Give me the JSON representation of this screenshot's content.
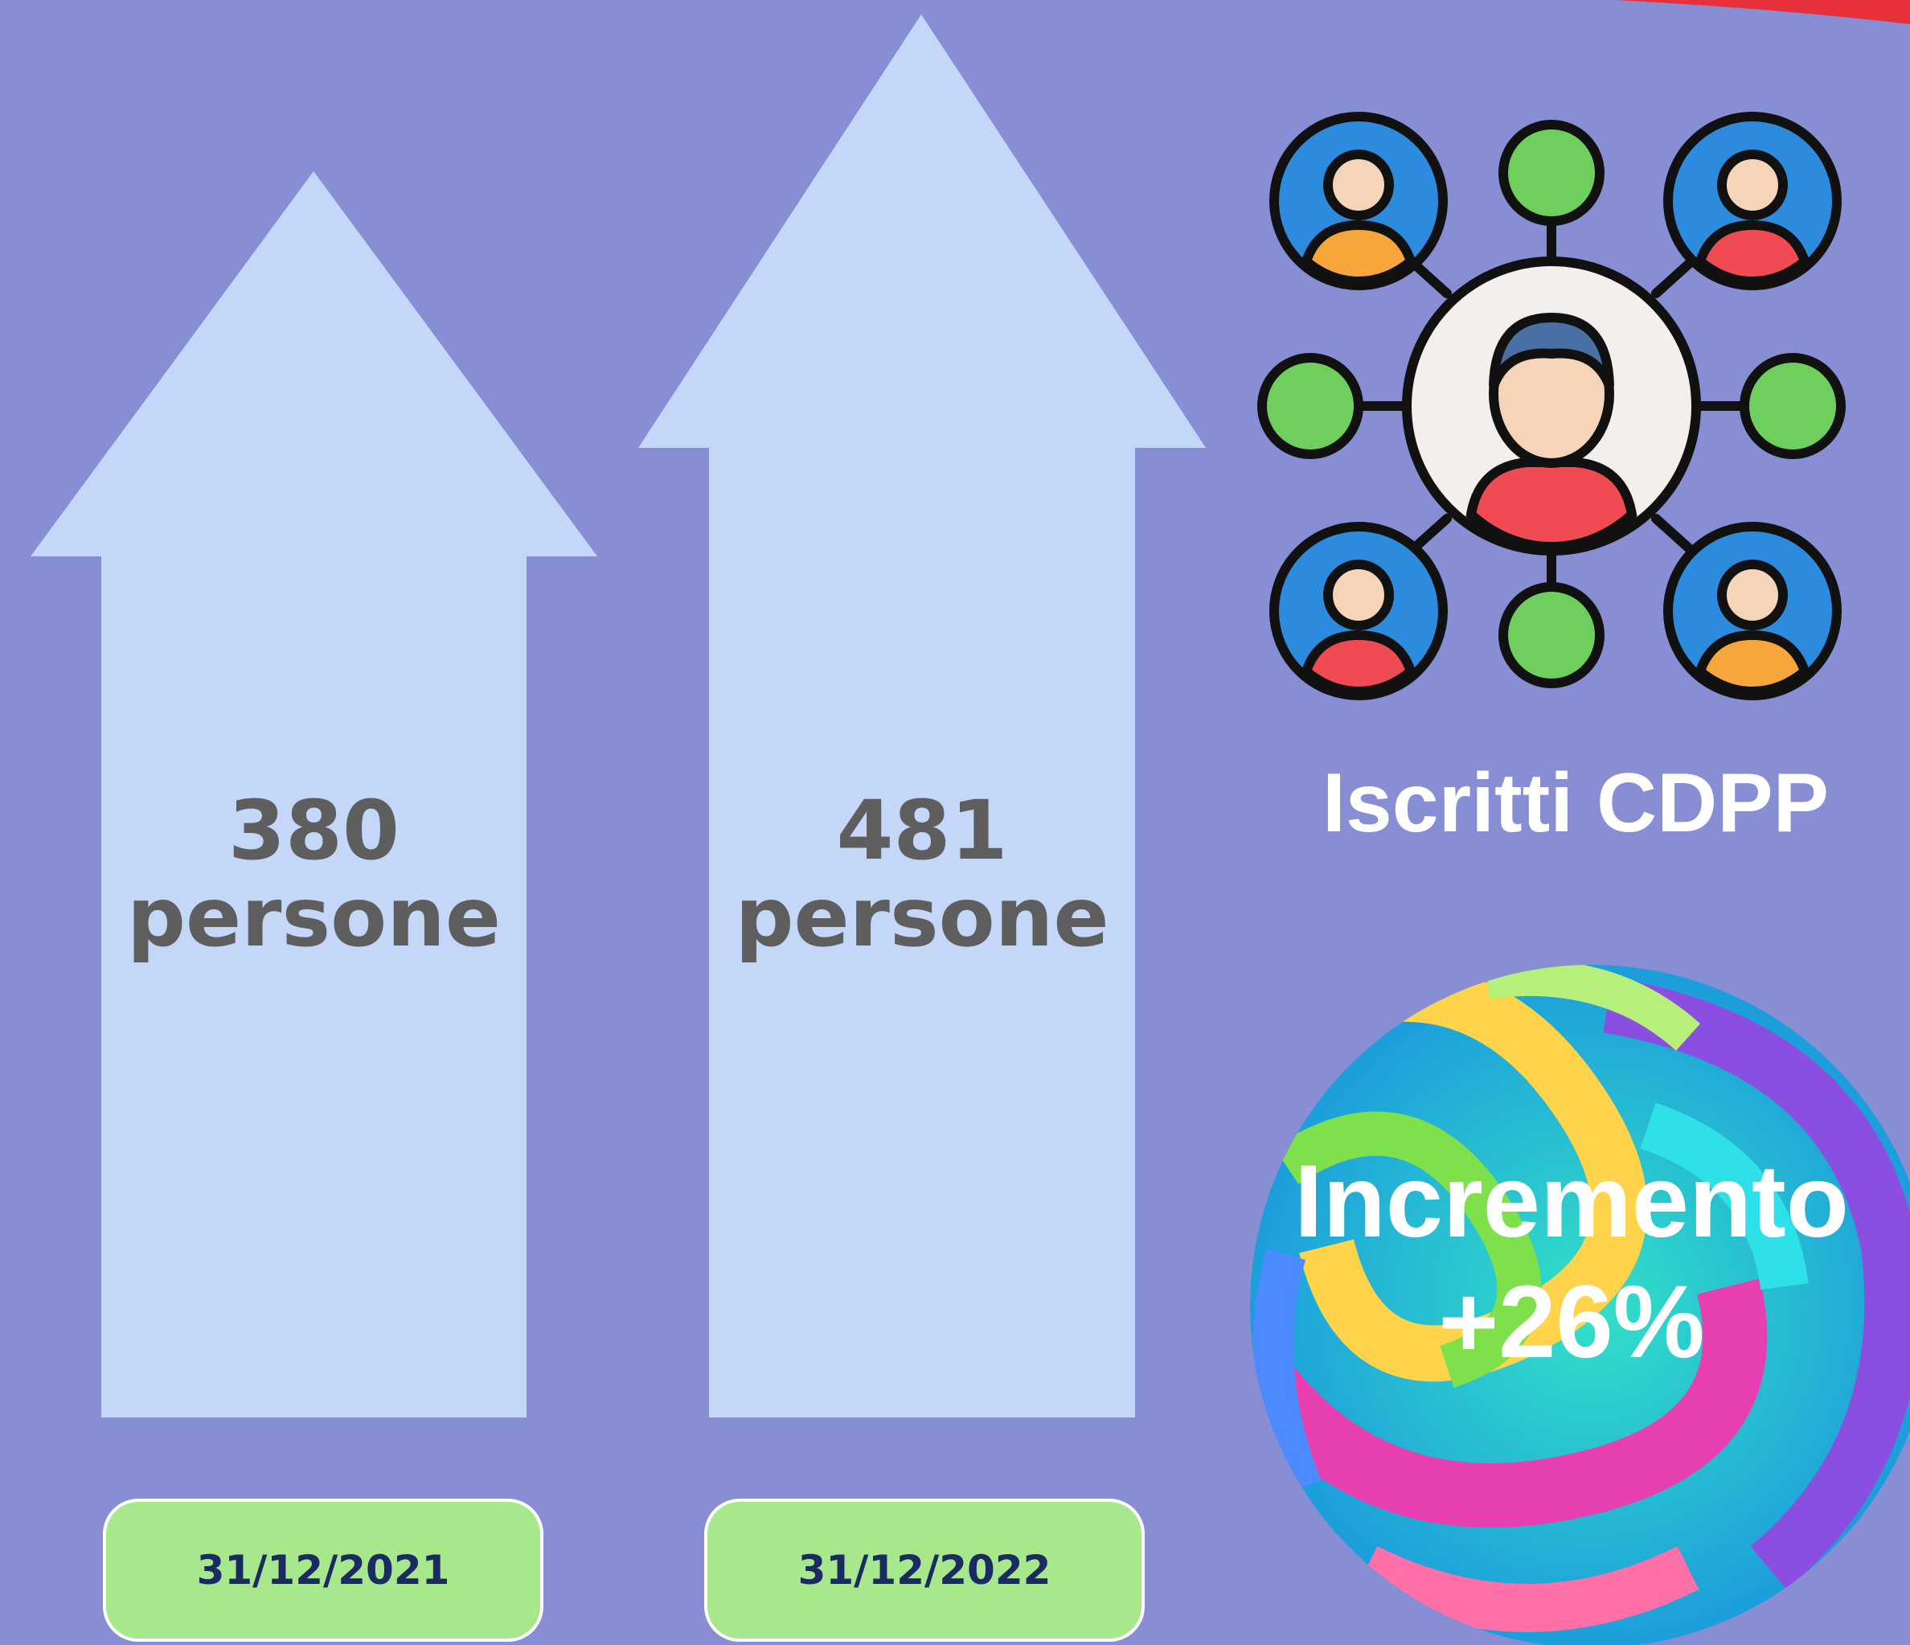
{
  "title": "Iscritti CDPP",
  "arrows": [
    {
      "value": "380",
      "unit": "persone",
      "date": "31/12/2021"
    },
    {
      "value": "481",
      "unit": "persone",
      "date": "31/12/2022"
    }
  ],
  "increment": {
    "label": "Incremento",
    "value": "+26%"
  },
  "colors": {
    "background": "#878ed4",
    "arrow": "#c4d7f8",
    "pill": "#a6e88b",
    "date_text": "#1b2a63",
    "corner_accent": "#e8303a"
  },
  "icons": [
    "network-people-icon",
    "swirl-circle-image"
  ]
}
